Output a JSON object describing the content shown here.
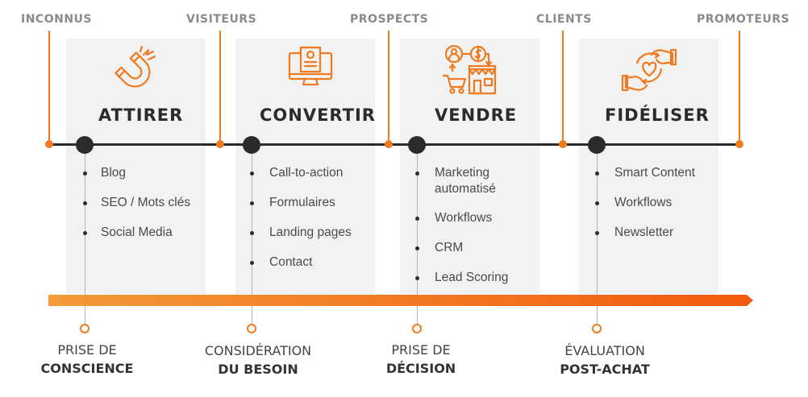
{
  "stages": [
    "INCONNUS",
    "VISITEURS",
    "PROSPECTS",
    "CLIENTS",
    "PROMOTEURS"
  ],
  "columns": [
    {
      "title": "ATTIRER",
      "icon": "magnet-icon",
      "items": [
        "Blog",
        "SEO / Mots clés",
        "Social Media"
      ]
    },
    {
      "title": "CONVERTIR",
      "icon": "monitor-form-icon",
      "items": [
        "Call-to-action",
        "Formulaires",
        "Landing pages",
        "Contact"
      ]
    },
    {
      "title": "VENDRE",
      "icon": "store-cart-icon",
      "items": [
        "Marketing automatisé",
        "Workflows",
        "CRM",
        "Lead Scoring"
      ]
    },
    {
      "title": "FIDÉLISER",
      "icon": "hands-heart-icon",
      "items": [
        "Smart Content",
        "Workflows",
        "Newsletter"
      ]
    }
  ],
  "phases": [
    {
      "line1": "PRISE DE",
      "line2": "CONSCIENCE",
      "bold_line": 2
    },
    {
      "line1": "CONSIDÉRATION",
      "line2": "DU BESOIN",
      "bold_line": 2
    },
    {
      "line1": "PRISE DE",
      "line2": "DÉCISION",
      "bold_line": 2
    },
    {
      "line1": "ÉVALUATION",
      "line2": "POST-ACHAT",
      "bold_line": 2
    }
  ],
  "colors": {
    "accent": "#f07a20",
    "dark": "#2b2b2b",
    "panel": "#f2f2f2",
    "stage_label": "#8a8a8a"
  }
}
